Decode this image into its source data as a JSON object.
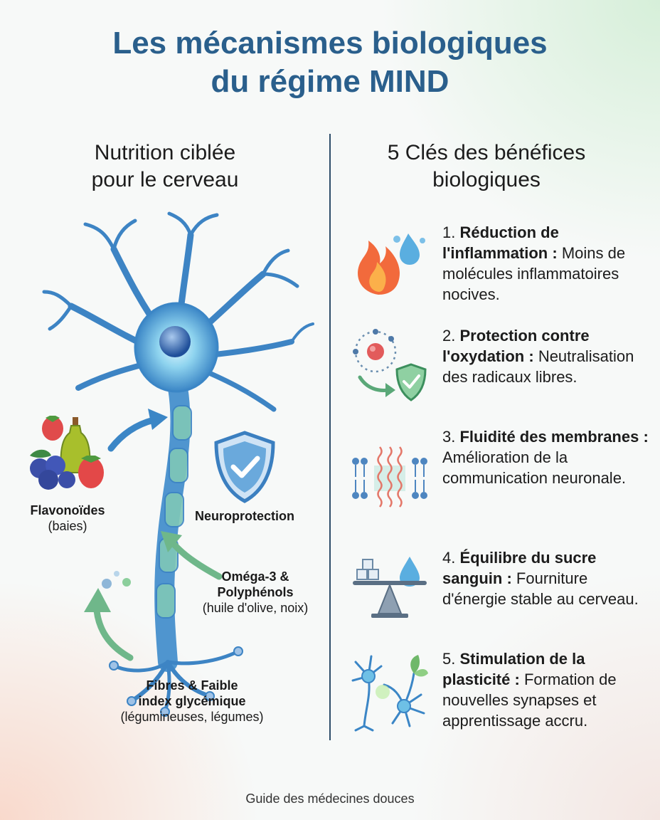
{
  "title": {
    "line1": "Les mécanismes biologiques",
    "line2": "du régime MIND"
  },
  "left": {
    "heading_line1": "Nutrition ciblée",
    "heading_line2": "pour le cerveau",
    "flavonoides": {
      "name": "Flavonoïdes",
      "detail": "(baies)"
    },
    "neuroprotection": "Neuroprotection",
    "omega": {
      "line1": "Oméga-3 &",
      "line2": "Polyphénols",
      "detail": "(huile d'olive, noix)"
    },
    "fibres": {
      "line1": "Fibres & Faible",
      "line2": "index glycémique",
      "detail": "(légumineuses, légumes)"
    }
  },
  "right": {
    "heading_line1": "5 Clés des bénéfices",
    "heading_line2": "biologiques",
    "benefits": [
      {
        "num": "1.",
        "title": "Réduction de l'inflammation :",
        "text": "Moins de molécules inflammatoires nocives.",
        "icon": "fire-water-icon"
      },
      {
        "num": "2.",
        "title": "Protection contre l'oxydation :",
        "text": "Neutralisation des radicaux libres.",
        "icon": "atom-shield-icon"
      },
      {
        "num": "3.",
        "title": "Fluidité des membranes :",
        "text": "Amélioration de la communication neuronale.",
        "icon": "membrane-icon"
      },
      {
        "num": "4.",
        "title": "Équilibre du sucre sanguin :",
        "text": "Fourniture d'énergie stable au cerveau.",
        "icon": "balance-icon"
      },
      {
        "num": "5.",
        "title": "Stimulation de la plasticité :",
        "text": "Formation de nouvelles synapses et apprentissage accru.",
        "icon": "neurons-icon"
      }
    ]
  },
  "footer": "Guide des médecines douces",
  "colors": {
    "title": "#2a5f8c",
    "neuron": "#3b86c6",
    "arrow": "#6fb78a",
    "shield": "#4d8fc9"
  }
}
